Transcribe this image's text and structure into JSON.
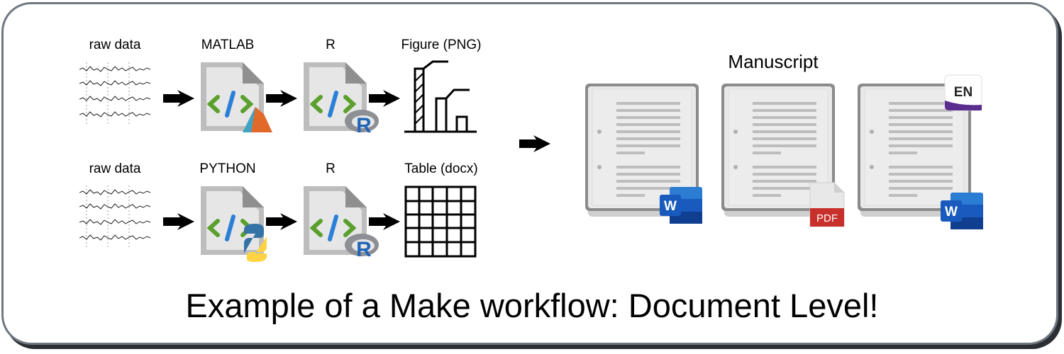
{
  "rows": [
    {
      "input_label": "raw data",
      "script1_label": "MATLAB",
      "script2_label": "R",
      "output_label": "Figure (PNG)"
    },
    {
      "input_label": "raw data",
      "script1_label": "PYTHON",
      "script2_label": "R",
      "output_label": "Table (docx)"
    }
  ],
  "manuscript": {
    "label": "Manuscript",
    "documents": [
      {
        "badge": "word-icon",
        "badge_text": "W"
      },
      {
        "badge": "pdf-icon",
        "badge_text": "PDF"
      },
      {
        "badge": "word-icon",
        "badge_text": "W",
        "extra_badge": "endnote-icon",
        "extra_badge_text": "EN"
      }
    ]
  },
  "title": "Example of a Make workflow: Document Level!",
  "colors": {
    "border": "#6f7780",
    "code_green": "#5aa02c",
    "code_blue": "#2a7fd6",
    "r_blue": "#2165b6",
    "word_blue": "#185abd",
    "pdf_red": "#c8302c",
    "endnote_purple": "#5b2d8e"
  }
}
